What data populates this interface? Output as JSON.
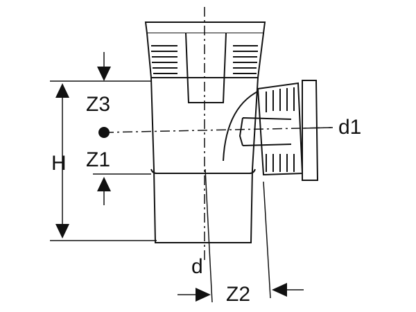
{
  "labels": {
    "z3": "Z3",
    "z1": "Z1",
    "h": "H",
    "d1": "d1",
    "d": "d",
    "z2": "Z2"
  }
}
